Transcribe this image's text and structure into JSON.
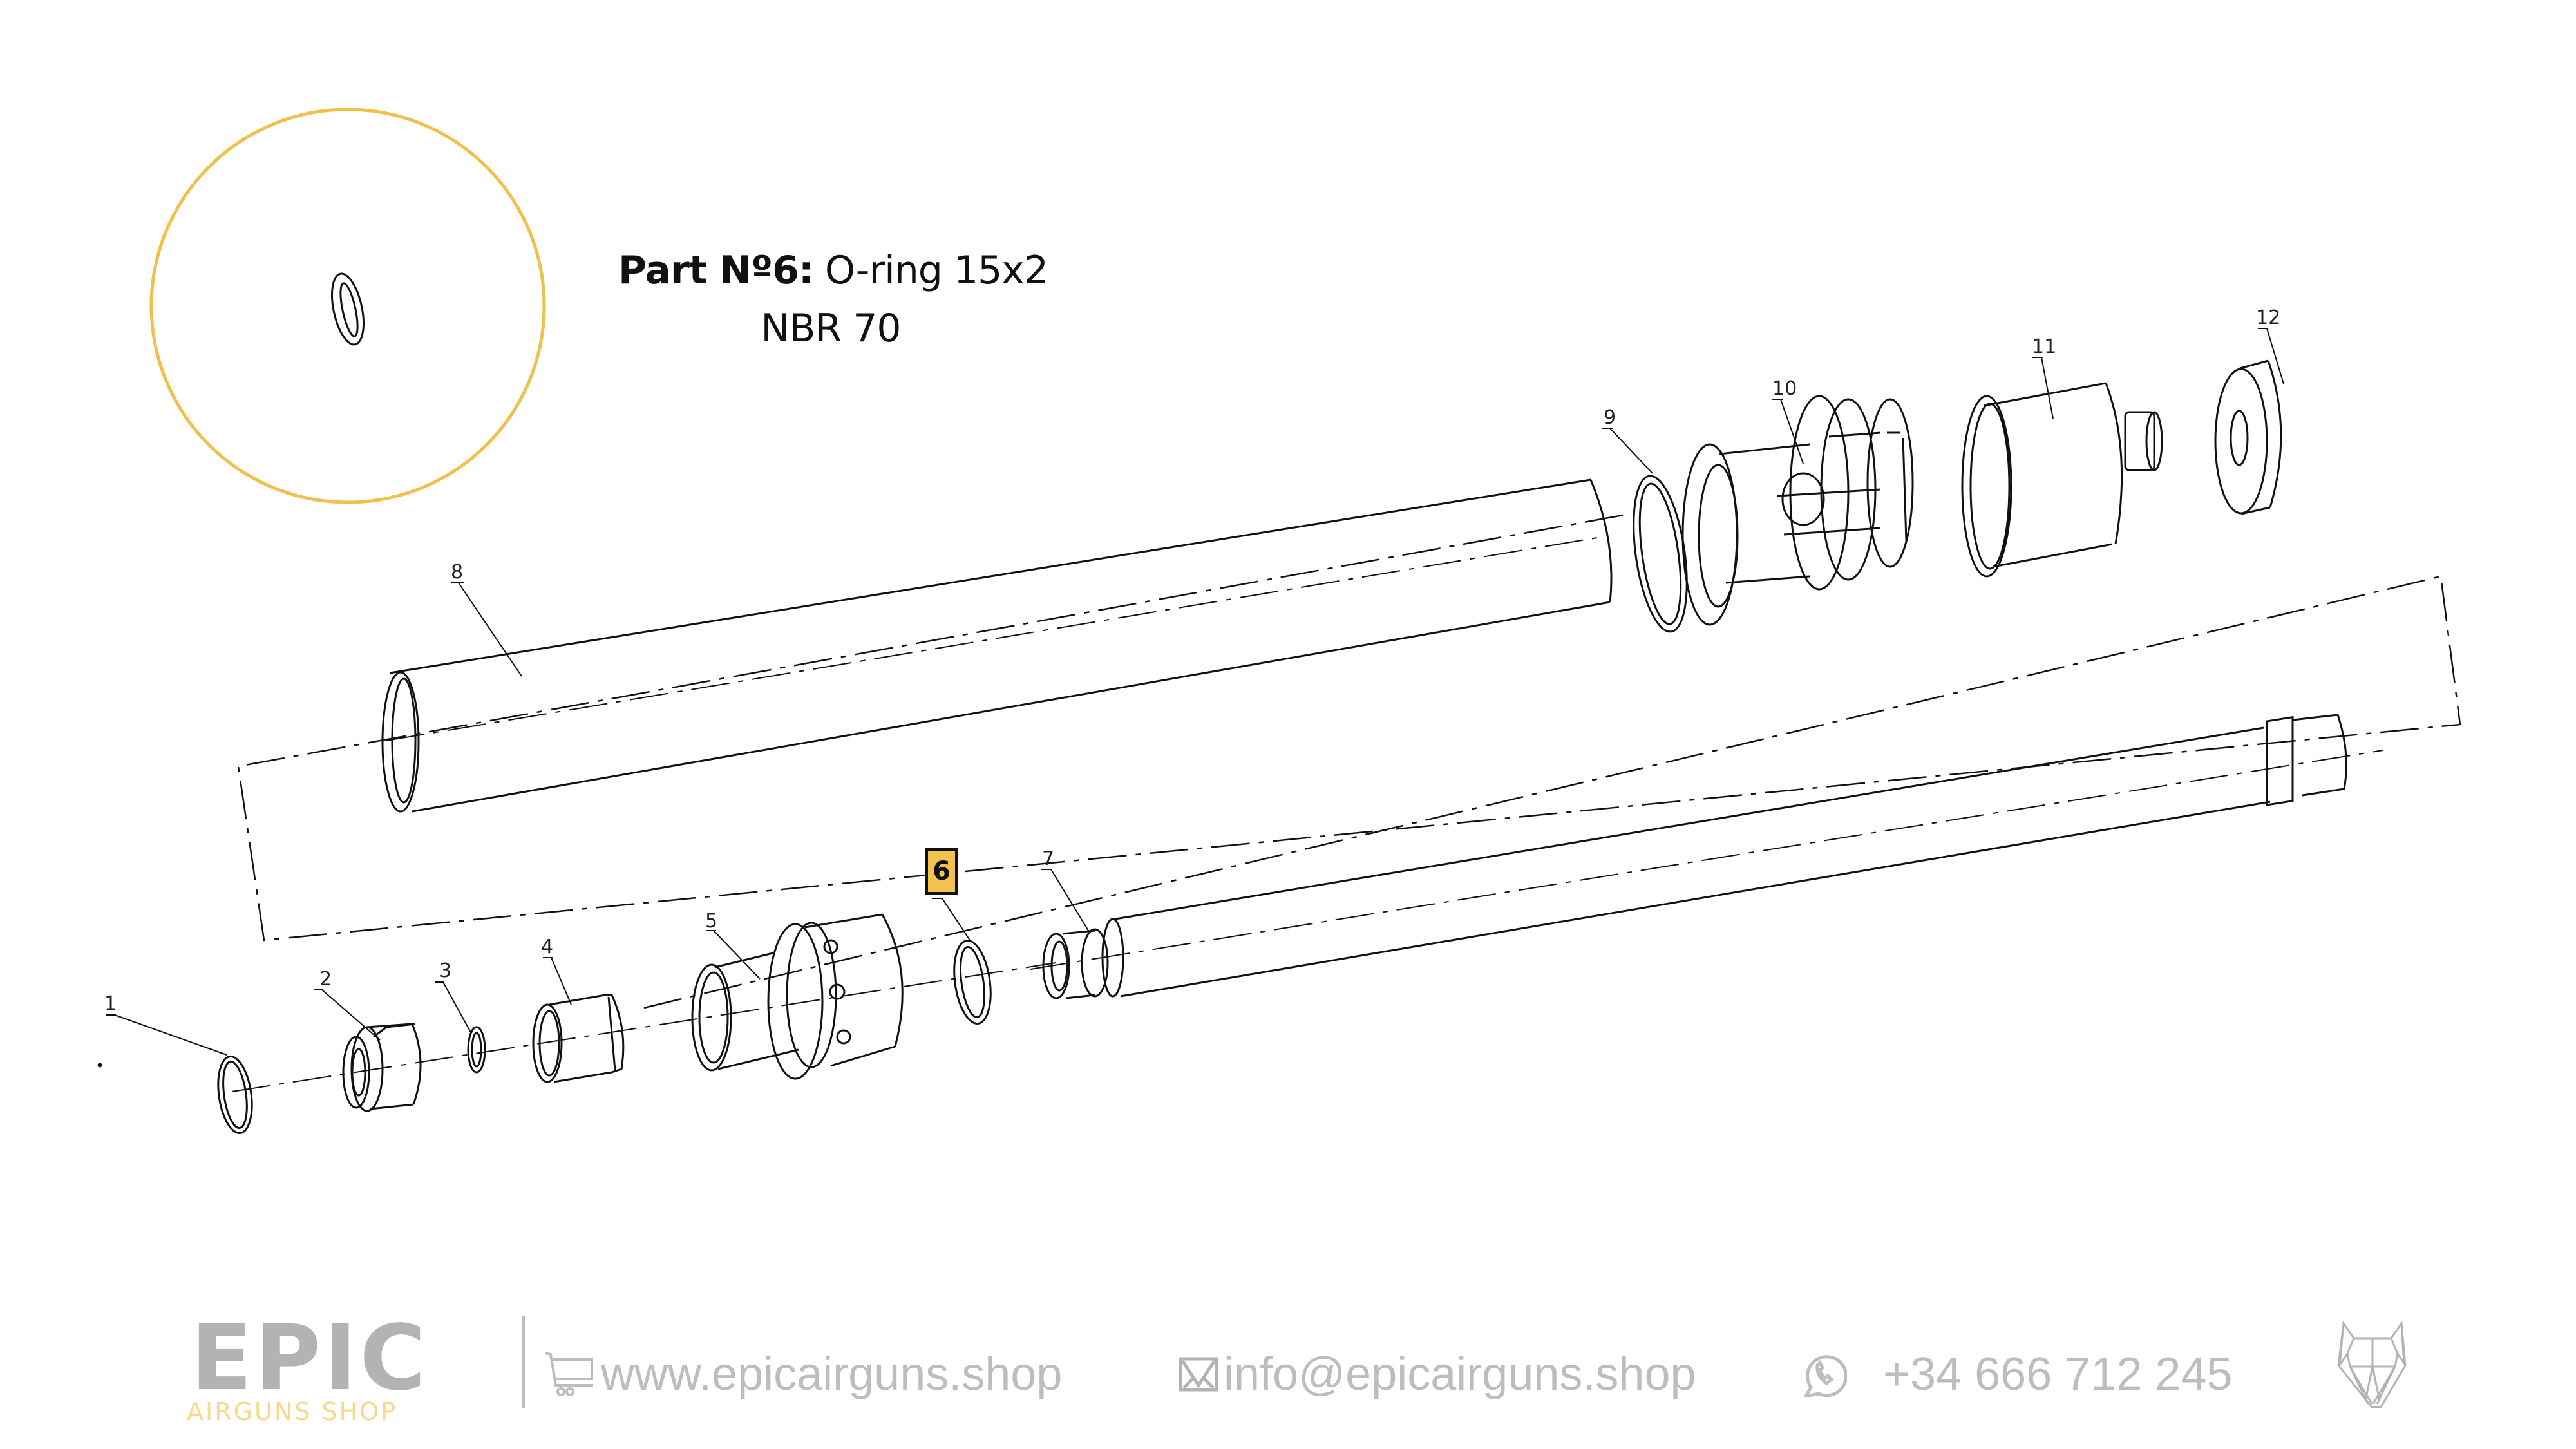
{
  "header": {
    "part_label": "Part Nº6:",
    "part_name": "O-ring 15x2",
    "material": "NBR 70"
  },
  "highlight": {
    "part_number": "6",
    "color": "#f2c14e",
    "circle_color": "#f0c04a"
  },
  "callouts": [
    {
      "id": "1",
      "label": "1"
    },
    {
      "id": "2",
      "label": "2"
    },
    {
      "id": "3",
      "label": "3"
    },
    {
      "id": "4",
      "label": "4"
    },
    {
      "id": "5",
      "label": "5"
    },
    {
      "id": "6",
      "label": "6"
    },
    {
      "id": "7",
      "label": "7"
    },
    {
      "id": "8",
      "label": "8"
    },
    {
      "id": "9",
      "label": "9"
    },
    {
      "id": "10",
      "label": "10"
    },
    {
      "id": "11",
      "label": "11"
    },
    {
      "id": "12",
      "label": "12"
    }
  ],
  "footer": {
    "brand": "EPIC",
    "brand_sub": "AIRGUNS SHOP",
    "website": "www.epicairguns.shop",
    "email": "info@epicairguns.shop",
    "phone": "+34 666 712 245",
    "icons": {
      "website": "shopping-cart-icon",
      "email": "envelope-icon",
      "phone": "whatsapp-icon",
      "mascot": "wolf-head-icon"
    },
    "text_color": "#bdbdbd",
    "brand_accent": "#f6d98a"
  }
}
